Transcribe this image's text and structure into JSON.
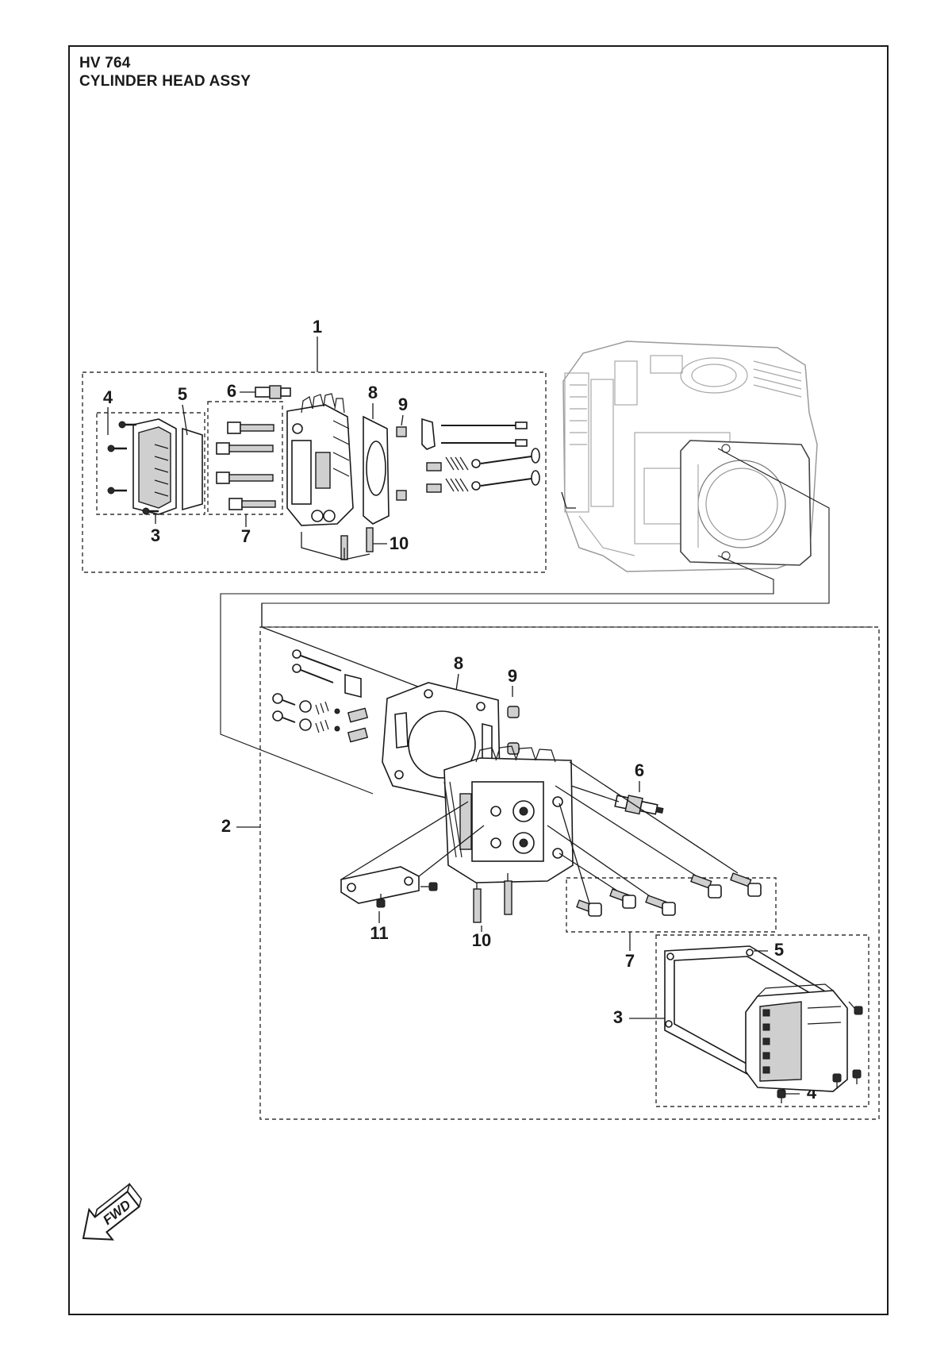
{
  "header": {
    "model": "HV 764",
    "title": "CYLINDER HEAD ASSY"
  },
  "callouts_upper": [
    "1",
    "4",
    "5",
    "6",
    "8",
    "9",
    "3",
    "7",
    "10"
  ],
  "callouts_lower": [
    "2",
    "8",
    "9",
    "6",
    "11",
    "10",
    "7",
    "5",
    "3",
    "4"
  ],
  "direction_indicator": {
    "label": "FWD",
    "icon": "forward-arrow-icon"
  }
}
